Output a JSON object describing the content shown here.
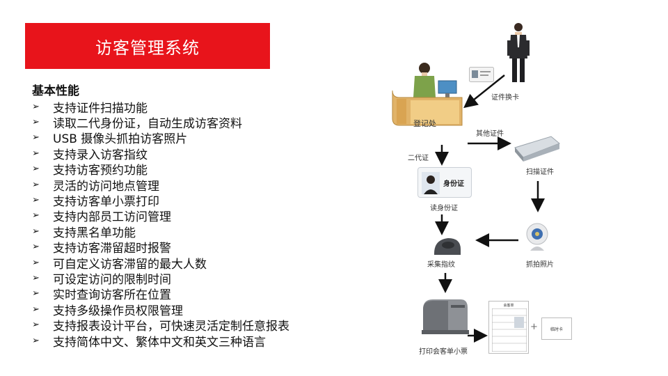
{
  "slide": {
    "title": "访客管理系统",
    "features_heading": "基本性能",
    "bullet_glyph": "➢",
    "features": [
      "支持证件扫描功能",
      "读取二代身份证，自动生成访客资料",
      "USB 摄像头抓拍访客照片",
      "支持录入访客指纹",
      "支持访客预约功能",
      "灵活的访问地点管理",
      "支持访客单小票打印",
      "支持内部员工访问管理",
      "支持黑名单功能",
      "支持访客滞留超时报警",
      "可自定义访客滞留的最大人数",
      "可设定访问的限制时间",
      "实时查询访客所在位置",
      "支持多级操作员权限管理",
      "支持报表设计平台，可快速灵活定制任意报表",
      "支持简体中文、繁体中文和英文三种语言"
    ]
  },
  "diagram": {
    "desk_label": "登记处",
    "exchange_label": "证件换卡",
    "other_id_label": "其他证件",
    "second_id_label": "二代证",
    "scan_label": "扫描证件",
    "id_card_text": "身份证",
    "read_id_label": "读身份证",
    "capture_photo_label": "抓拍照片",
    "fingerprint_label": "采集指纹",
    "print_label": "打印会客单小票",
    "form_title": "会客单",
    "plus": "+",
    "temp_card_text": "临时卡"
  },
  "colors": {
    "title_bg": "#e8141b",
    "title_text": "#ffffff"
  }
}
